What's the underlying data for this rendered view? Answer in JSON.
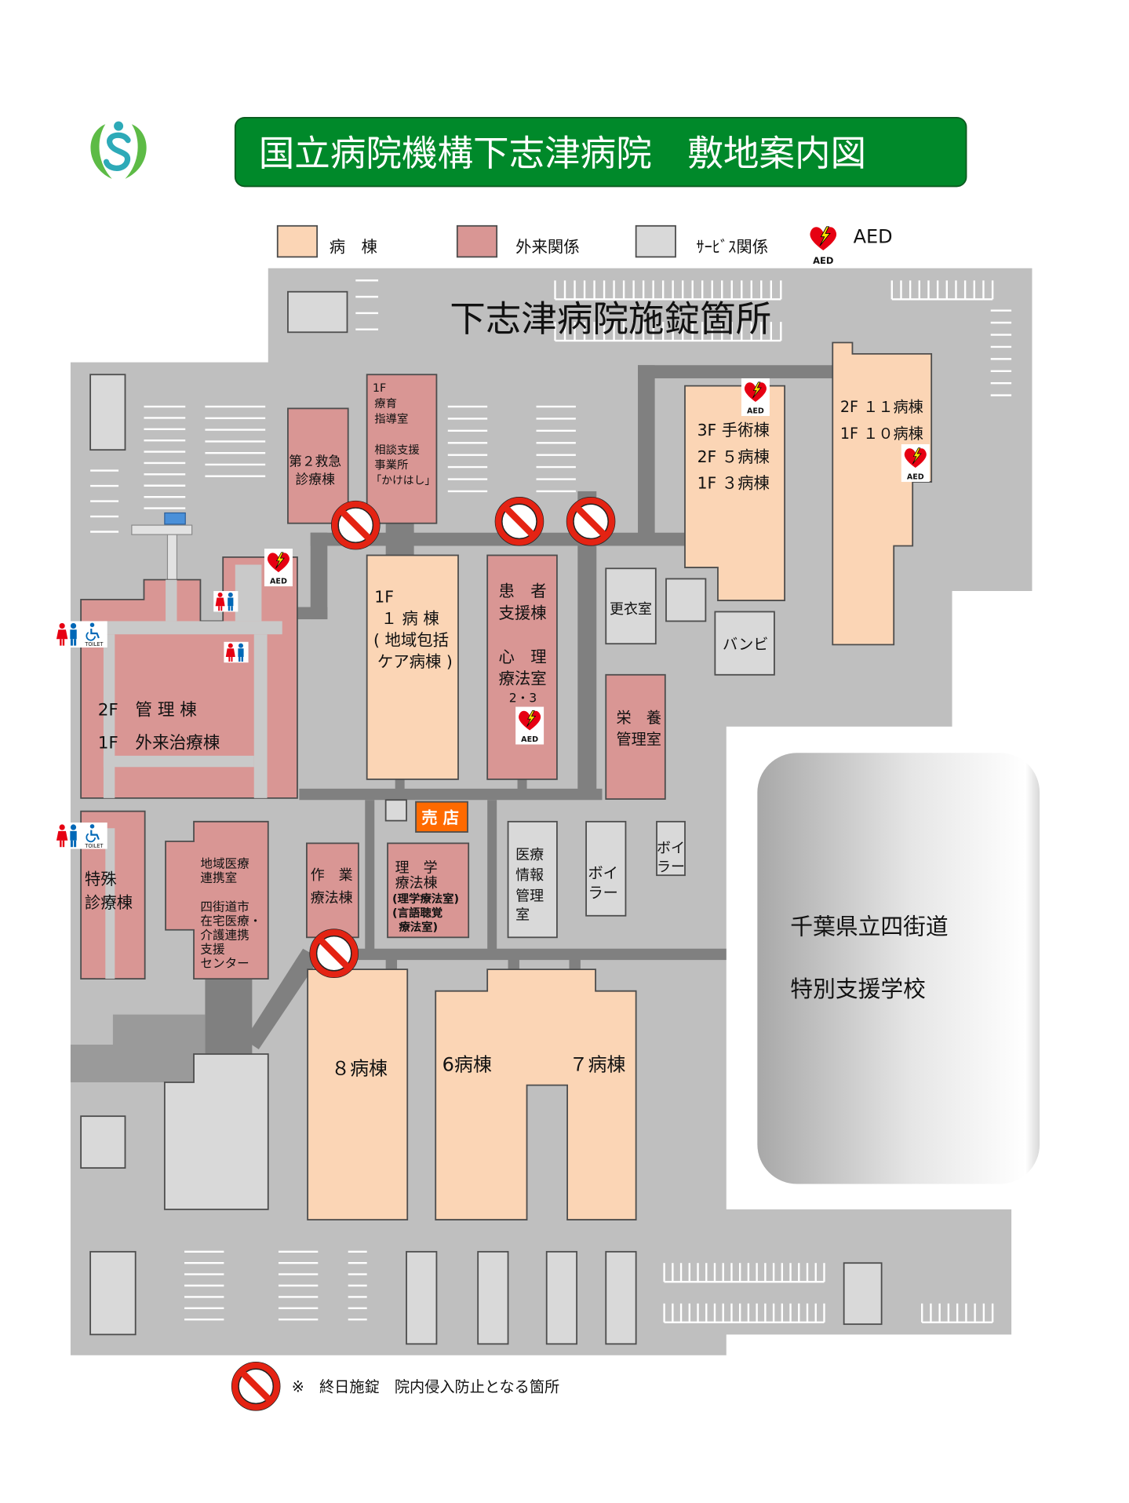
{
  "header": {
    "title": "国立病院機構下志津病院　敷地案内図"
  },
  "legend": {
    "ward": "病　棟",
    "outpatient": "外来関係",
    "service": "ｻｰﾋﾞｽ関係",
    "aed": "AED",
    "locked_note": "※　終日施錠　院内侵入防止となる箇所"
  },
  "map": {
    "subtitle": "下志津病院施錠箇所",
    "buildings": {
      "emergency2": [
        "第２救急",
        "診療棟"
      ],
      "guidance": [
        "1F",
        "療育",
        "指導室",
        "相談支援",
        "事業所",
        "「かけはし」"
      ],
      "ward1": [
        "1F",
        "１ 病 棟",
        "( 地域包括",
        "ケア病棟 )"
      ],
      "patient_support": [
        "患　者",
        "支援棟",
        "心　理",
        "療法室",
        "2・3"
      ],
      "surgery": [
        "3F 手術棟",
        "2F ５病棟",
        "1F ３病棟"
      ],
      "ward10_11": [
        "2F １１病棟",
        "1F １０病棟"
      ],
      "locker": [
        "更衣室"
      ],
      "bambi": [
        "バンビ"
      ],
      "nutrition": [
        "栄　養",
        "管理室"
      ],
      "admin": [
        "2F　管 理 棟",
        "1F　外来治療棟"
      ],
      "special": [
        "特殊",
        "診療棟"
      ],
      "liaison": [
        "地域医療",
        "連携室",
        "四街道市",
        "在宅医療・",
        "介護連携",
        "支援",
        "センター"
      ],
      "occupational": [
        "作　業",
        "療法棟"
      ],
      "shop": [
        "売 店"
      ],
      "physical": [
        "理　学",
        "療法棟",
        "(理学療法室)",
        "(言語聴覚",
        "療法室)"
      ],
      "med_info": [
        "医療",
        "情報",
        "管理",
        "室"
      ],
      "boiler_a": [
        "ボイ",
        "ラー"
      ],
      "boiler_b": [
        "ボイ",
        "ラー"
      ],
      "ward8": [
        "８病棟"
      ],
      "ward6": [
        "6病棟"
      ],
      "ward7": [
        "７病棟"
      ]
    },
    "school": [
      "千葉県立四街道",
      "特別支援学校"
    ]
  },
  "icon_labels": {
    "aed": "AED",
    "toilet": "TOILET"
  },
  "icons": {
    "logo": "hospital-logo-icon",
    "aed": "aed-heart-icon",
    "no_entry": "no-entry-icon",
    "toilet": "toilet-icon"
  },
  "colors": {
    "header_bg": "#00892A",
    "ward": "#FBD5B5",
    "outpatient": "#D99694",
    "service": "#D9D9D9",
    "ground": "#BFBFBF",
    "road": "#808080",
    "shop": "#FF6A00",
    "no_entry": "#E42313"
  }
}
